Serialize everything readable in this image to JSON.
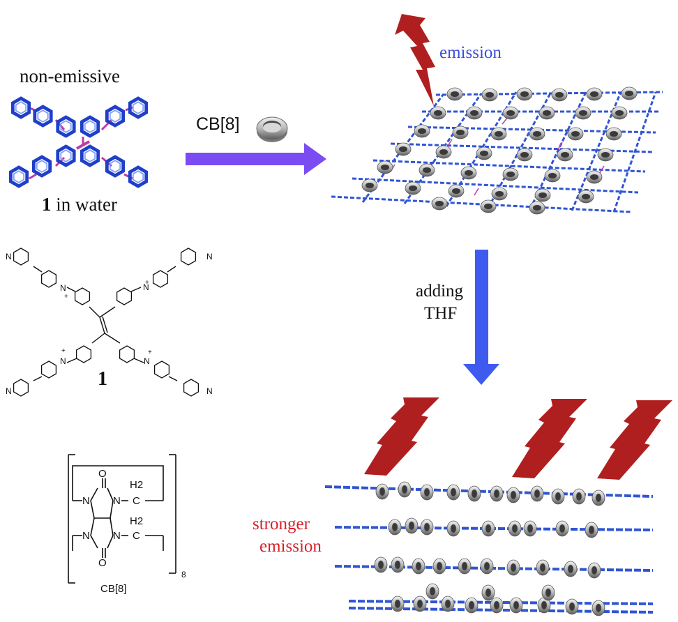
{
  "labels": {
    "non_emissive": "non-emissive",
    "compound_in_water_num": "1",
    "compound_in_water_text": " in water",
    "cb8_reagent": "CB[8]",
    "emission": "emission",
    "adding": "adding",
    "thf": "THF",
    "compound_number": "1",
    "stronger": "stronger",
    "stronger_emission": "emission",
    "cb8_caption": "CB[8]",
    "cb8_subscript": "8",
    "atom_N": "N",
    "atom_O": "O",
    "atom_C": "C",
    "atom_H2": "H2",
    "charge_plus": "+"
  },
  "colors": {
    "arrow_purple": "#7a4cf2",
    "arrow_blue": "#3f5bef",
    "emission_blue": "#3b4fd8",
    "stronger_red": "#d8202a",
    "lightning_red": "#b01f1f",
    "ring_gray": "#a8a8a8",
    "molecule_blue": "#2f55d4",
    "linker_magenta": "#c23aa3"
  }
}
